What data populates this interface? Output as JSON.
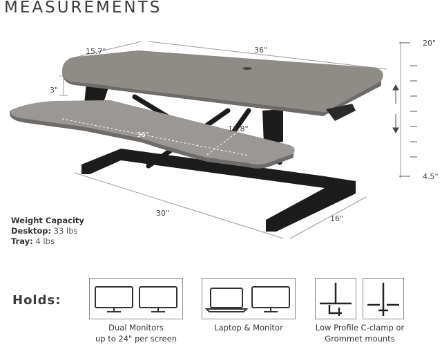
{
  "title": "MEASUREMENTS",
  "dimensions": {
    "depth_top": "15.7\"",
    "width_top": "36\"",
    "lift_height": "3\"",
    "tray_width": "36\"",
    "tray_depth": "11.8\"",
    "base_width": "30\"",
    "base_depth": "16\"",
    "height_max": "20\"",
    "height_min": "4.5\""
  },
  "weight": {
    "heading": "Weight Capacity",
    "desktop_label": "Desktop:",
    "desktop_value": "33 lbs",
    "tray_label": "Tray:",
    "tray_value": "4 lbs"
  },
  "holds": {
    "label": "Holds:",
    "items": [
      {
        "line1": "Dual Monitors",
        "line2": "up to 24\" per screen"
      },
      {
        "line1": "Laptop & Monitor",
        "line2": ""
      },
      {
        "line1": "Low Profile C-clamp or",
        "line2": "Grommet mounts"
      }
    ]
  },
  "colors": {
    "desk_top": "#8f8c88",
    "desk_edge": "#6e6b68",
    "frame": "#1c1c1c"
  },
  "icons": [
    "monitor-icon",
    "laptop-icon",
    "c-clamp-icon",
    "grommet-mount-icon",
    "up-arrow-icon",
    "down-arrow-icon"
  ]
}
